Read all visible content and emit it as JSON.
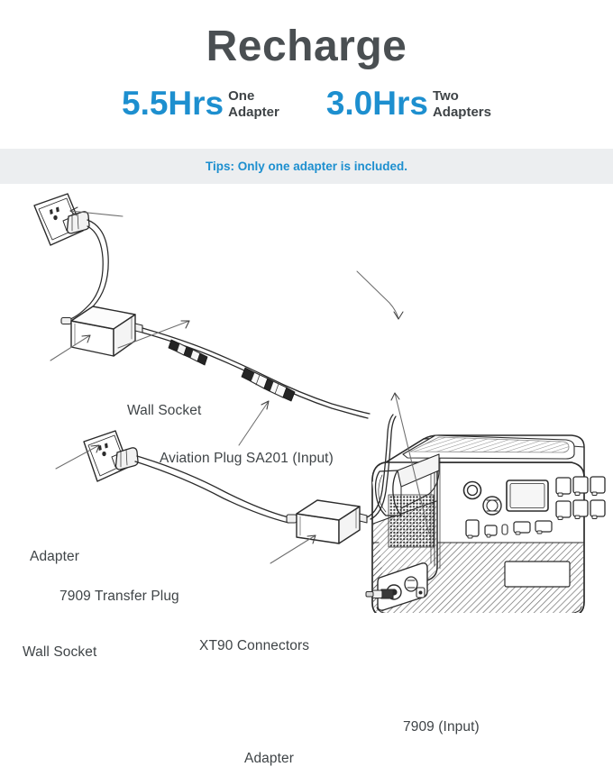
{
  "header": {
    "title": "Recharge",
    "stats": [
      {
        "value": "5.5Hrs",
        "label_line1": "One",
        "label_line2": "Adapter"
      },
      {
        "value": "3.0Hrs",
        "label_line1": "Two",
        "label_line2": "Adapters"
      }
    ]
  },
  "tips": {
    "text": "Tips: Only one adapter is included."
  },
  "diagram": {
    "labels": [
      {
        "id": "wall-socket-top",
        "text": "Wall Socket"
      },
      {
        "id": "aviation-plug",
        "text": "Aviation Plug SA201 (Input)"
      },
      {
        "id": "adapter-top",
        "text": "Adapter"
      },
      {
        "id": "transfer-plug",
        "text": "7909 Transfer Plug"
      },
      {
        "id": "xt90-connectors",
        "text": "XT90 Connectors"
      },
      {
        "id": "wall-socket-bottom",
        "text": "Wall Socket"
      },
      {
        "id": "adapter-bottom",
        "text": "Adapter"
      },
      {
        "id": "input-7909",
        "text": "7909 (Input)"
      }
    ]
  },
  "colors": {
    "accent_blue": "#1d8fcf",
    "title_gray": "#4a4f52",
    "banner_bg": "#eceef0",
    "label_gray": "#3f4447",
    "line_stroke": "#2b2b2b",
    "page_bg": "#ffffff"
  }
}
